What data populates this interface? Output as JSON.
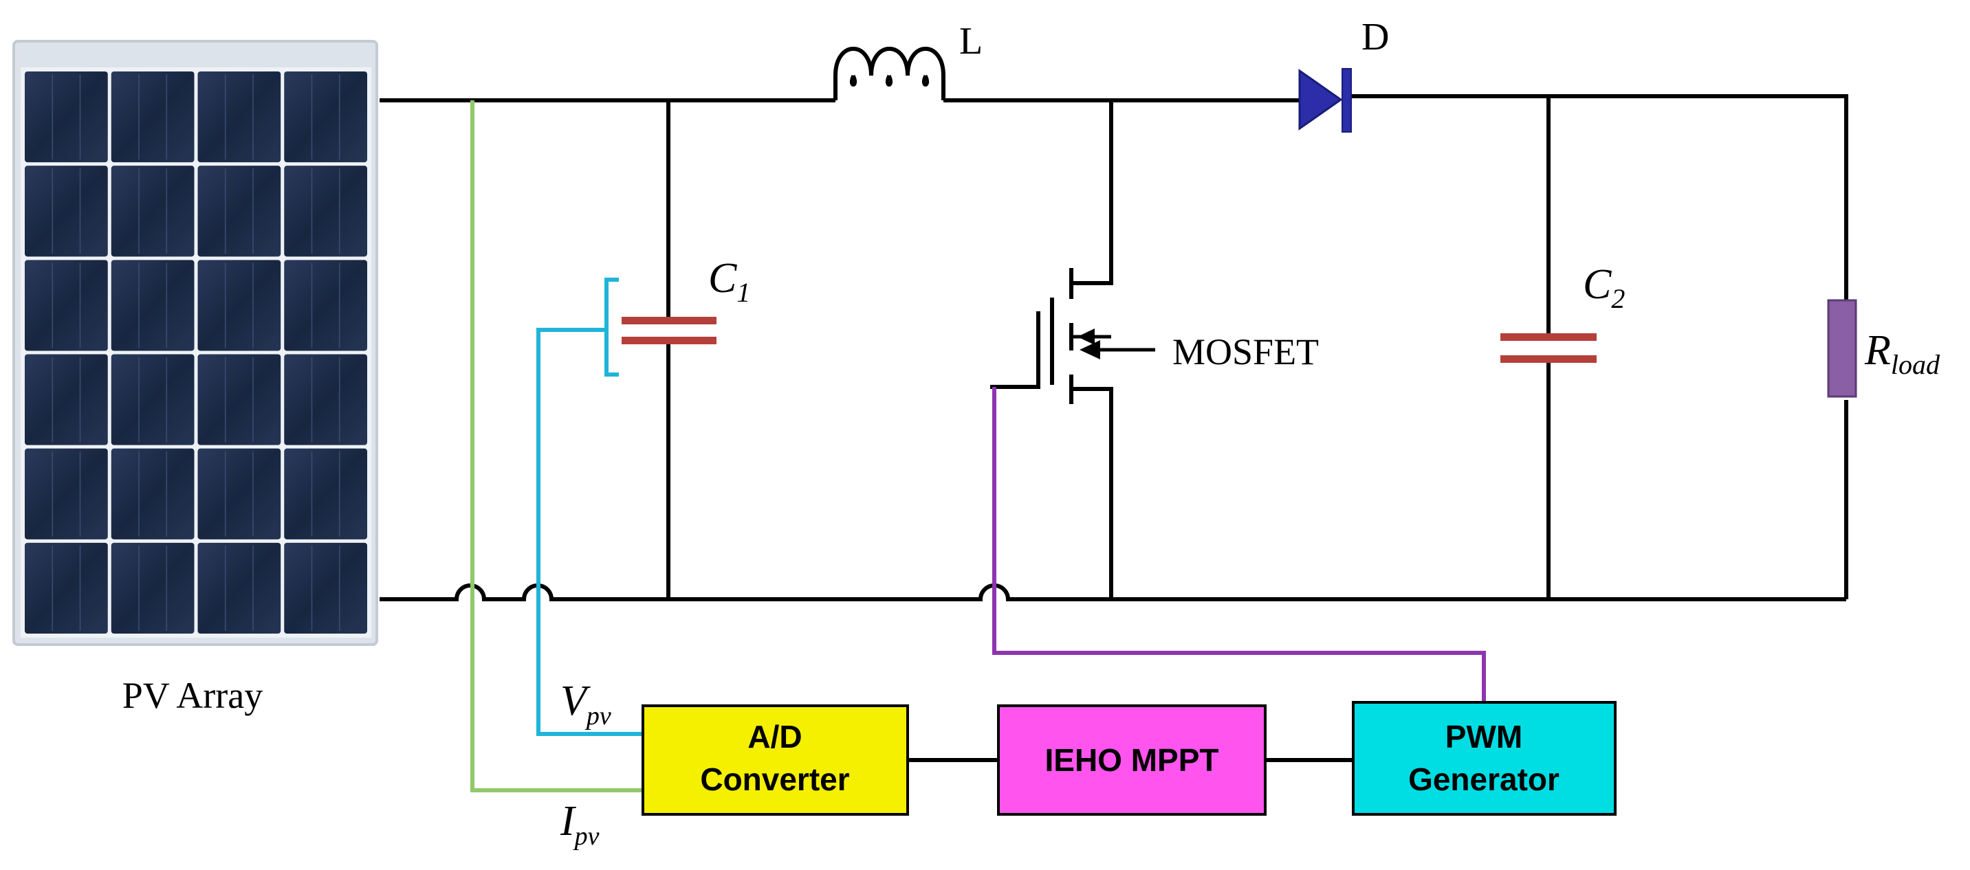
{
  "labels": {
    "pv_array": "PV Array",
    "inductor": "L",
    "diode": "D",
    "c1_main": "C",
    "c1_sub": "1",
    "c2_main": "C",
    "c2_sub": "2",
    "mosfet": "MOSFET",
    "rload_main": "R",
    "rload_sub": "load",
    "vpv_main": "V",
    "vpv_sub": "pv",
    "ipv_main": "I",
    "ipv_sub": "pv"
  },
  "blocks": {
    "adc_line1": "A/D",
    "adc_line2": "Converter",
    "mppt": "IEHO MPPT",
    "pwm_line1": "PWM",
    "pwm_line2": "Generator"
  },
  "colors": {
    "adc_fill": "#f5ef00",
    "mppt_fill": "#ff55ee",
    "pwm_fill": "#00dde3",
    "capacitor": "#b5403a",
    "diode": "#2b2ea8",
    "resistor": "#8a5fa6",
    "current_sense_wire": "#90c96a",
    "voltage_sense_wire": "#1fb5d8",
    "gate_wire": "#8e35b0",
    "panel_frame": "#dde3ea",
    "panel_cell": "#1c2a44"
  }
}
